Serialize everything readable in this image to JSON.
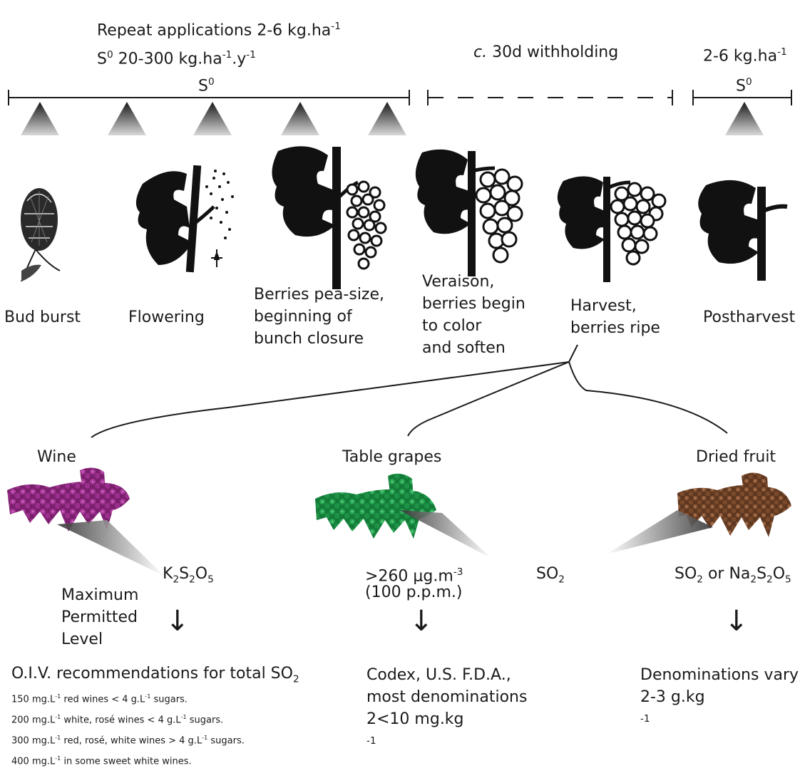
{
  "top": {
    "repeat_prefix": "Repeat applications 2-6 kg.ha",
    "repeat_sup": "-1",
    "s0_rate_s": "S",
    "s0_rate_sup": "0",
    "s0_rate_mid": " 20-300 kg.ha",
    "s0_rate_sup2": "-1",
    "s0_rate_mid2": ".y",
    "s0_rate_sup3": "-1",
    "main_bar_s": "S",
    "main_bar_sup": "0",
    "withholding_c": "c.",
    "withholding_rest": " 30d withholding",
    "post_rate": "2-6 kg.ha",
    "post_rate_sup": "-1",
    "post_bar_s": "S",
    "post_bar_sup": "0"
  },
  "stages": {
    "bud": "Bud burst",
    "flowering": "Flowering",
    "pea": [
      "Berries pea-size,",
      "beginning of",
      "bunch closure"
    ],
    "veraison": [
      "Veraison,",
      "berries begin",
      "to color",
      "and soften"
    ],
    "harvest": [
      "Harvest,",
      "berries ripe"
    ],
    "post": "Postharvest"
  },
  "products": {
    "wine": "Wine",
    "table": "Table grapes",
    "dried": "Dried fruit"
  },
  "chem": {
    "k": "K",
    "k2": "2",
    "s": "S",
    "s2": "2",
    "o": "O",
    "o5": "5",
    "table_conc_a": ">260 μg.m",
    "table_conc_sup": "-3",
    "table_conc_b": "(100 p.p.m.)",
    "so2_a": "SO",
    "so2_sub": "2",
    "dried_a": "SO",
    "dried_sub": "2",
    "dried_or": " or Na",
    "dried_na": "2",
    "dried_s": "S",
    "dried_s2": "2",
    "dried_o": "O",
    "dried_o5": "5"
  },
  "mpl": [
    "Maximum",
    "Permitted",
    "Level"
  ],
  "arrows": {
    "glyph": "↓"
  },
  "wine_limits": {
    "heading_a": "O.I.V. recommendations for total SO",
    "heading_sub": "2",
    "rows": [
      {
        "a": "150 mg.L",
        "b": " red wines < 4 g.L",
        "c": " sugars."
      },
      {
        "a": "200 mg.L",
        "b": " white, rosé wines < 4 g.L",
        "c": " sugars."
      },
      {
        "a": "300 mg.L",
        "b": " red, rosé, white wines > 4 g.L",
        "c": " sugars."
      },
      {
        "a": "400 mg.L",
        "b": " in some sweet white wines.",
        "c": ""
      }
    ],
    "sup": "-1"
  },
  "table_limits": {
    "lines": [
      "Codex, U.S. F.D.A.,",
      "most denominations"
    ],
    "last": "2<10 mg.kg",
    "last_sup": "-1"
  },
  "dried_limits": {
    "line1": "Denominations vary,",
    "line2": "2-3 g.kg",
    "line2_sup": "-1"
  },
  "colors": {
    "wine": "#8e2a7e",
    "table": "#1f9a4a",
    "dried": "#7a4a2c",
    "silhouette": "#111111"
  }
}
